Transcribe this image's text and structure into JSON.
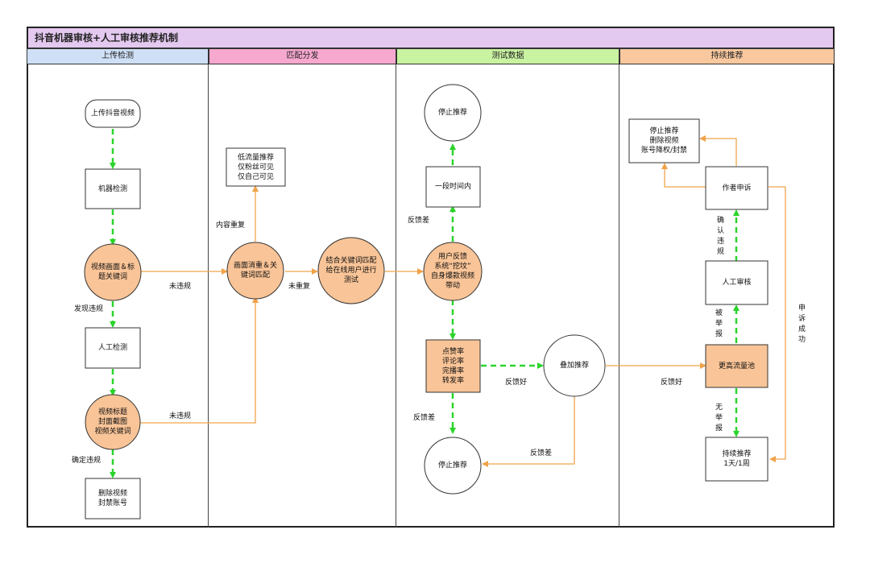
{
  "title": "抖音机器审核+人工审核推荐机制",
  "colors": {
    "title_bg": "#e3c8ef",
    "lane_upload": "#cfe0f6",
    "lane_match": "#f7a8cf",
    "lane_test": "#c9f2a1",
    "lane_recommend": "#f9c89f",
    "node_fill": "#f9c497",
    "green_arrow": "#2bd42b",
    "orange_line": "#f0a34a"
  },
  "lanes": {
    "upload": "上传检测",
    "match": "匹配分发",
    "test": "测试数据",
    "recommend": "持续推荐"
  },
  "nodes": {
    "upload_video": "上传抖音视频",
    "machine_check": "机器检测",
    "title_keywords": "视频画面＆标\n题关键词",
    "manual_check": "人工检测",
    "video_title": "视频标题\n封面截图\n视频关键词",
    "delete_video": "删除视频\n封禁账号",
    "low_traffic": "低流量推荐\n仅粉丝可见\n仅自己可见",
    "dedupe_match": "画面消重＆关\n键词匹配",
    "keyword_online_test": "结合关键词匹配\n给在线用户进行\n测试",
    "stop_top": "停止推荐",
    "period": "一段时间内",
    "feedback_circle": "用户反馈\n系统“挖坟”\n自身爆款视频\n带动",
    "metrics": "点赞率\n评论率\n完播率\n转发率",
    "stop_bottom": "停止推荐",
    "stack_recommend": "叠加推荐",
    "stop_penalty": "停止推荐\n删除视频\n账号降权/封禁",
    "author_appeal": "作者申诉",
    "manual_review": "人工审核",
    "higher_pool": "更高流量池",
    "continuous": "持续推荐\n1天/1周"
  },
  "edge_labels": {
    "found_violation": "发现违规",
    "confirmed_violation": "确定违规",
    "not_violation_1": "未违规",
    "not_violation_2": "未违规",
    "duplicate_content": "内容重复",
    "not_duplicate": "未重复",
    "feedback_bad_top": "反馈差",
    "feedback_bad_bottom": "反馈差",
    "feedback_good": "反馈好",
    "feedback_bad_right": "反馈差",
    "feedback_good_2": "反馈好",
    "confirm_violation_v": "确\n认\n违\n规",
    "reported_v": "被\n举\n报",
    "no_report_v": "无\n举\n报",
    "appeal_success_v": "申\n诉\n成\n功"
  }
}
